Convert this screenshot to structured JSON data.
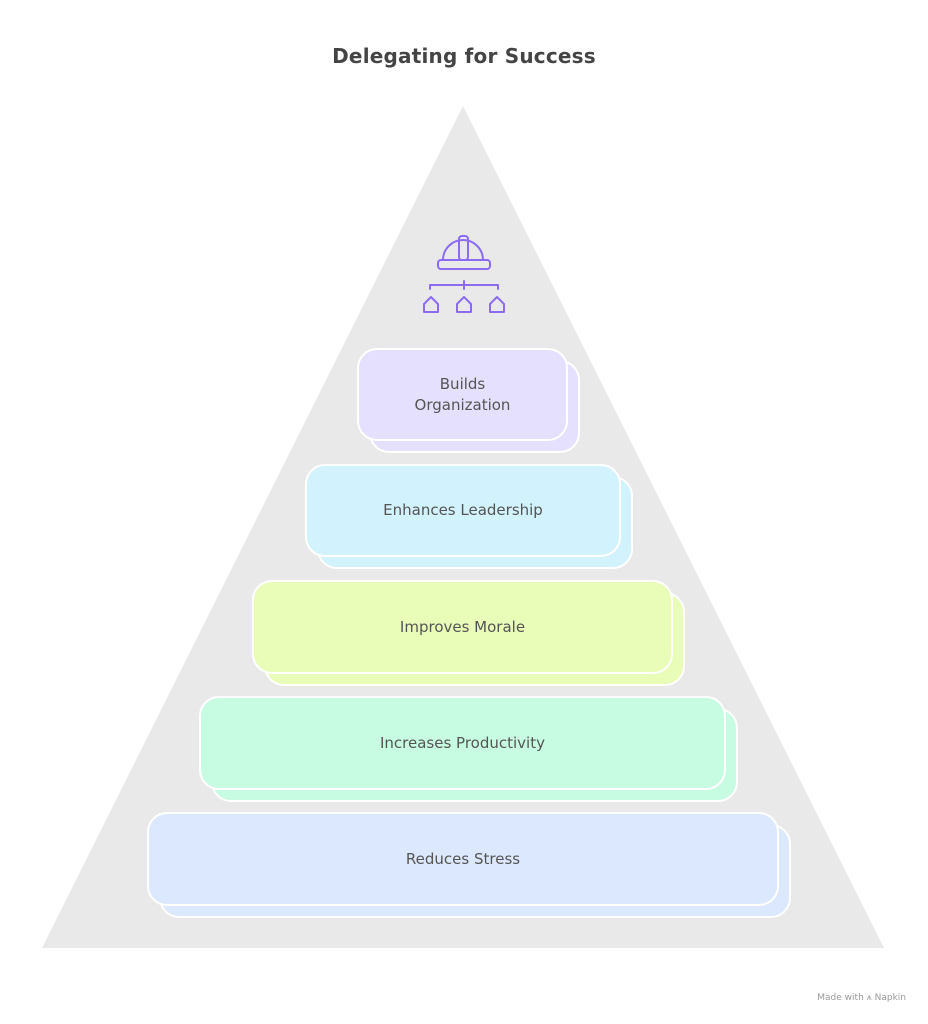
{
  "title": "Delegating for Success",
  "colors": {
    "pyramid_fill": "#e9e9e9",
    "icon_stroke": "#8b6cf0",
    "text": "#555555"
  },
  "top_icon": "hard-hat-org-chart-icon",
  "layers": [
    {
      "label": "Builds\nOrganization",
      "fill": "#e5e0fd"
    },
    {
      "label": "Enhances Leadership",
      "fill": "#d2f2fd"
    },
    {
      "label": "Improves Morale",
      "fill": "#e9fcb8"
    },
    {
      "label": "Increases Productivity",
      "fill": "#c8fce2"
    },
    {
      "label": "Reduces Stress",
      "fill": "#dce8fd"
    }
  ],
  "footer": {
    "text": "Made with",
    "brand": "Napkin"
  }
}
